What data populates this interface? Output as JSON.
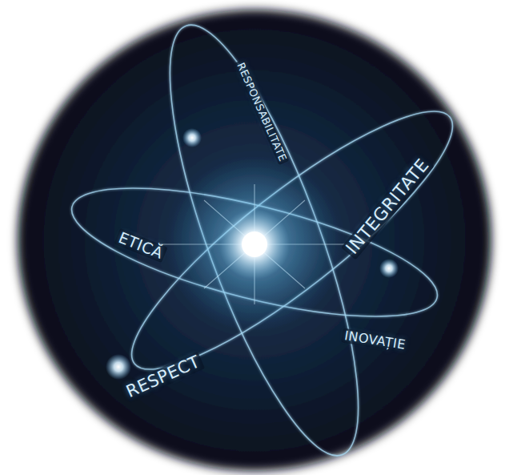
{
  "diagram": {
    "labels": [
      "RESPONSABILITATE",
      "INTEGRITATE",
      "ETICĂ",
      "INOVAȚIE",
      "RESPECT"
    ]
  }
}
